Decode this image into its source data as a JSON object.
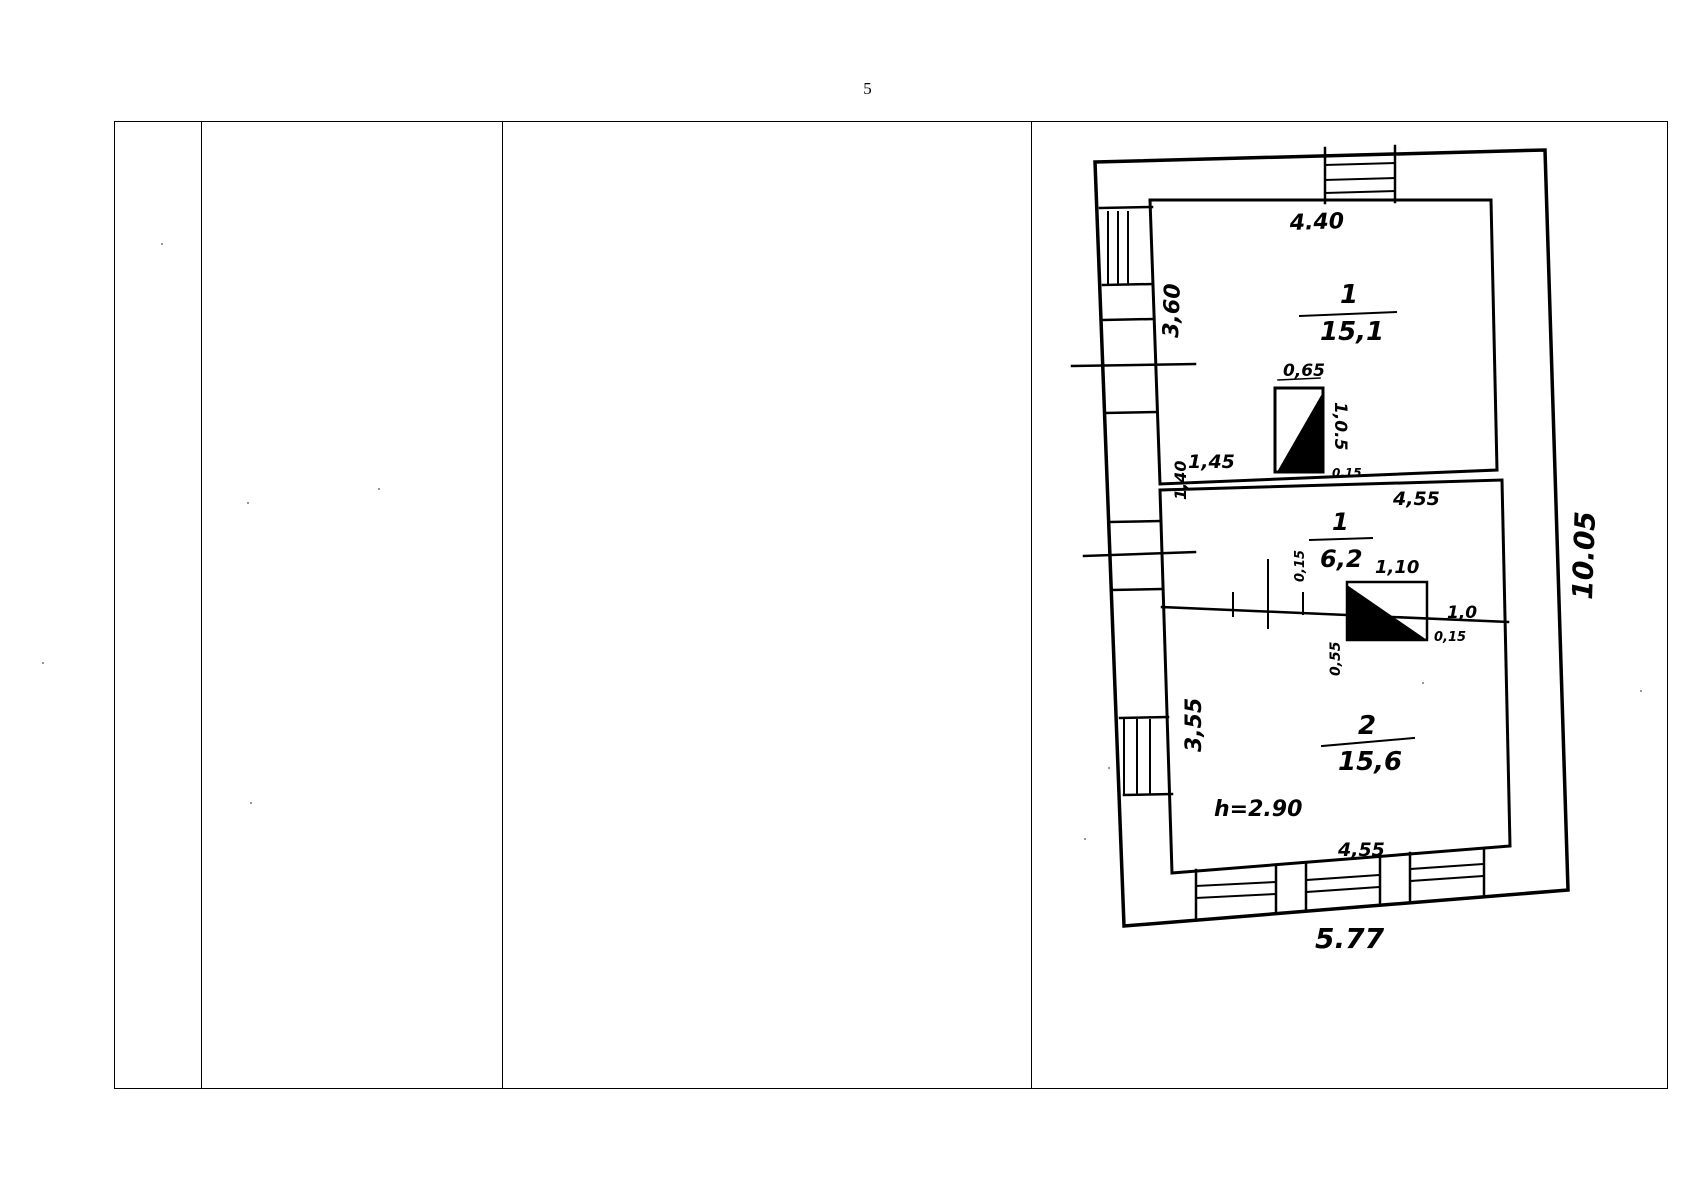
{
  "page": {
    "number": "5"
  },
  "floor_plan": {
    "top_wall_length": "4.40",
    "left_wall_top_room": "3,60",
    "room_top": {
      "number": "1",
      "area": "15,1"
    },
    "stove_top": {
      "width": "0,65",
      "depth": "1,0.5",
      "offset": "1,45",
      "gap": "0.15"
    },
    "middle_wall_length": "4,55",
    "room_middle": {
      "number": "1",
      "area": "6,2"
    },
    "left_wall_middle_room": "1,40",
    "stove_mid": {
      "width": "1,10",
      "side_top": "0,15",
      "side_bottom": "0,55",
      "right_len": "1,0",
      "right_gap": "0,15"
    },
    "left_wall_bottom_room": "3,55",
    "room_bottom": {
      "number": "2",
      "area": "15,6"
    },
    "ceiling_height": "h=2.90",
    "bottom_inner_length": "4,55",
    "outer_width": "5.77",
    "outer_height": "10.05"
  }
}
